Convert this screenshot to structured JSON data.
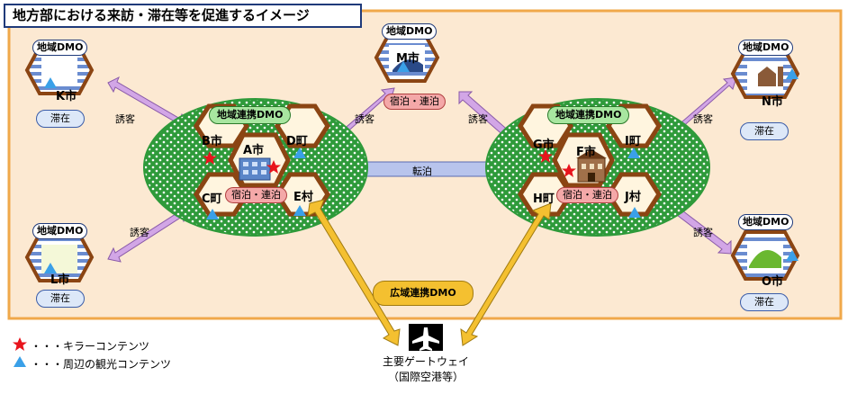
{
  "title": "地方部における来訪・滞在等を促進するイメージ",
  "labels": {
    "local_dmo": "地域DMO",
    "regional_dmo": "地域連携DMO",
    "wide_dmo": "広域連携DMO",
    "stay": "滞在",
    "lodging_link": "宿泊・連泊",
    "attract": "誘客",
    "transfer": "転泊"
  },
  "cities": {
    "a": "A市",
    "b": "B市",
    "c": "C町",
    "d": "D町",
    "e": "E村",
    "f": "F市",
    "g": "G市",
    "h": "H町",
    "i": "I町",
    "j": "J村",
    "k": "K市",
    "l": "L市",
    "m": "M市",
    "n": "N市",
    "o": "O市"
  },
  "gateway": {
    "line1": "主要ゲートウェイ",
    "line2": "（国際空港等）"
  },
  "legend": {
    "killer": "・・・キラーコンテンツ",
    "surrounding": "・・・周辺の観光コンテンツ"
  },
  "colors": {
    "frame": "#f0a84a",
    "background": "#fce9d2",
    "hex_border": "#8b4513",
    "hex_fill": "#fff5df",
    "green": "#2e9a3a",
    "arrow_purple": "#d2a6e6",
    "arrow_blue": "#b8c4ec",
    "arrow_gold": "#f4c030",
    "star": "#e8141c",
    "triangle": "#3aa0e8"
  }
}
